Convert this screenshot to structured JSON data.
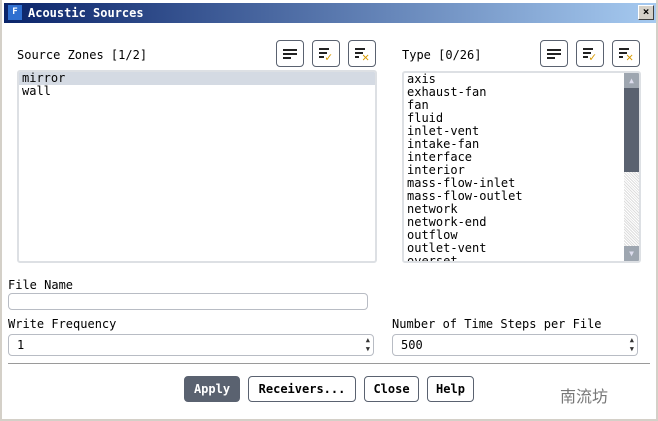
{
  "window": {
    "title": "Acoustic Sources",
    "app_icon": "F",
    "close": "×"
  },
  "source_zones": {
    "label": "Source Zones [1/2]",
    "items": [
      {
        "label": "mirror",
        "selected": true
      },
      {
        "label": "wall",
        "selected": false
      }
    ]
  },
  "type": {
    "label": "Type [0/26]",
    "items": [
      "axis",
      "exhaust-fan",
      "fan",
      "fluid",
      "inlet-vent",
      "intake-fan",
      "interface",
      "interior",
      "mass-flow-inlet",
      "mass-flow-outlet",
      "network",
      "network-end",
      "outflow",
      "outlet-vent",
      "overset"
    ],
    "scroll_position": 0
  },
  "file_name": {
    "label": "File Name",
    "value": ""
  },
  "write_frequency": {
    "label": "Write Frequency",
    "value": "1"
  },
  "steps_per_file": {
    "label": "Number of Time Steps per File",
    "value": "500"
  },
  "buttons": {
    "apply": "Apply",
    "receivers": "Receivers...",
    "close": "Close",
    "help": "Help"
  },
  "watermark": "南流坊"
}
